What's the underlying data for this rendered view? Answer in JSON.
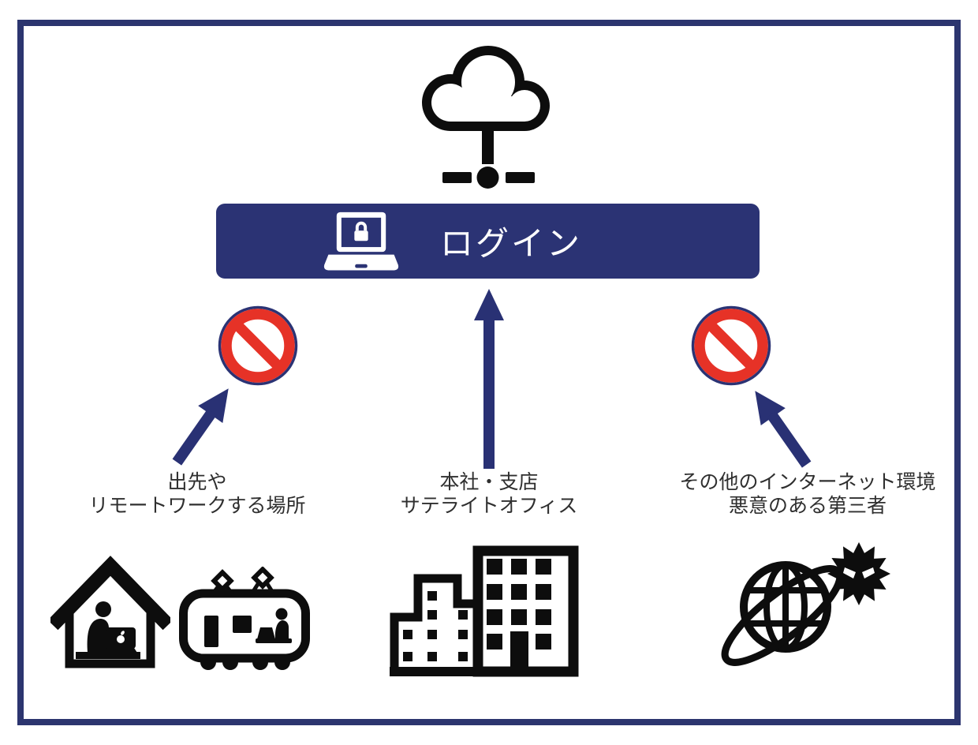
{
  "diagram": {
    "cloud_icon": "cloud-network-icon",
    "login_banner": {
      "label": "ログイン",
      "icon": "laptop-lock-icon",
      "color": "#2b3374"
    },
    "groups": [
      {
        "name": "remote-work",
        "label_lines": [
          "出先や",
          "リモートワークする場所"
        ],
        "access": "blocked",
        "icons": [
          "house-remote-worker-icon",
          "train-worker-icon"
        ]
      },
      {
        "name": "office",
        "label_lines": [
          "本社・支店",
          "サテライトオフィス"
        ],
        "access": "allowed",
        "icons": [
          "office-buildings-icon"
        ]
      },
      {
        "name": "internet",
        "label_lines": [
          "その他のインターネット環境",
          "悪意のある第三者"
        ],
        "access": "blocked",
        "icons": [
          "globe-internet-icon",
          "malware-virus-icon"
        ]
      }
    ],
    "colors": {
      "navy": "#2b3374",
      "frame_navy": "#2c356f",
      "arrow_navy": "#293174",
      "prohibited_red": "#e63227",
      "icon_black": "#0d0d0d",
      "label_text": "#2f2f2f",
      "background": "#ffffff"
    }
  }
}
